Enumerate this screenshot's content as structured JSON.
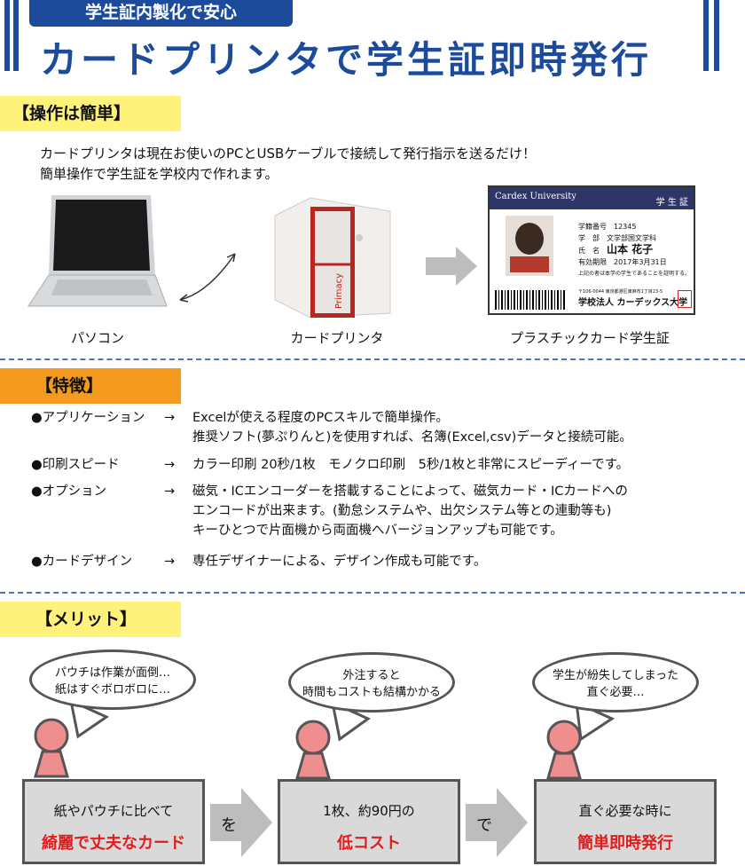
{
  "header": {
    "badge": "学生証内製化で安心",
    "title": "カードプリンタで学生証即時発行"
  },
  "section1": {
    "label": "【操作は簡単】",
    "intro": [
      "カードプリンタは現在お使いのPCとUSBケーブルで接続して発行指示を送るだけ！",
      "簡単操作で学生証を学校内で作れます。"
    ],
    "captions": {
      "pc": "パソコン",
      "printer": "カードプリンタ",
      "card": "プラスチックカード学生証"
    },
    "printer_brand": "Primacy",
    "card": {
      "university": "Cardex University",
      "type": "学 生 証",
      "id_label": "学籍番号",
      "id": "12345",
      "dept_label": "学　部",
      "dept": "文学部国文学科",
      "name_label": "氏　名",
      "name": "山本 花子",
      "expiry_label": "有効期限",
      "expiry": "2017年3月31日",
      "note": "上記の者は本学の学生であることを証明する。",
      "address": "〒106-0044 東京都港区東麻布1丁目23-5",
      "issuer": "学校法人 カーデックス大学"
    }
  },
  "section2": {
    "label": "【特徴】",
    "arrow": "→",
    "items": [
      {
        "key": "●アプリケーション",
        "lines": [
          "Excelが使える程度のPCスキルで簡単操作。",
          "推奨ソフト(夢ぷりんと)を使用すれば、名簿(Excel,csv)データと接続可能。"
        ]
      },
      {
        "key": "●印刷スピード",
        "lines": [
          "カラー印刷 20秒/1枚　モノクロ印刷　5秒/1枚と非常にスピーディーです。"
        ]
      },
      {
        "key": "●オプション",
        "lines": [
          "磁気・ICエンコーダーを搭載することによって、磁気カード・ICカードへの",
          "エンコードが出来ます。(勤怠システムや、出欠システム等との連動等も)",
          "キーひとつで片面機から両面機へバージョンアップも可能です。"
        ]
      },
      {
        "key": "●カードデザイン",
        "lines": [
          "専任デザイナーによる、デザイン作成も可能です。"
        ]
      }
    ]
  },
  "section3": {
    "label": "【メリット】",
    "bubbles": [
      [
        "パウチは作業が面倒…",
        "紙はすぐボロボロに…"
      ],
      [
        "外注すると",
        "時間もコストも結構かかる"
      ],
      [
        "学生が紛失してしまった",
        "直ぐ必要…"
      ]
    ],
    "boxes": [
      {
        "top": "紙やパウチに比べて",
        "highlight": "綺麗で丈夫なカード"
      },
      {
        "top": "1枚、約90円の",
        "highlight": "低コスト"
      },
      {
        "top": "直ぐ必要な時に",
        "highlight": "簡単即時発行"
      }
    ],
    "connectors": [
      "を",
      "で"
    ]
  },
  "colors": {
    "brand": "#1c4b9c",
    "highlight": "#e31b1b",
    "yellow": "#fff27a",
    "orange": "#f39a1f"
  }
}
